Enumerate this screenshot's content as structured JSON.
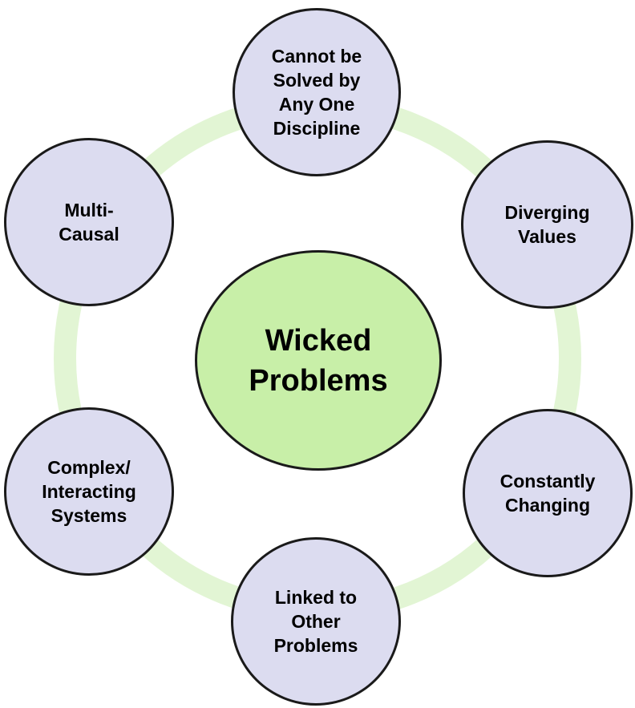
{
  "diagram": {
    "center": {
      "label": "Wicked\nProblems",
      "fill": "#c8efa8"
    },
    "ring_color": "#e2f5d4",
    "node_fill": "#dcdcf0",
    "outline_color": "#1a1a1a",
    "nodes": [
      {
        "label": "Cannot be\nSolved by\nAny One\nDiscipline"
      },
      {
        "label": "Diverging\nValues"
      },
      {
        "label": "Constantly\nChanging"
      },
      {
        "label": "Linked to\nOther\nProblems"
      },
      {
        "label": "Complex/\nInteracting\nSystems"
      },
      {
        "label": "Multi-\nCausal"
      }
    ]
  }
}
